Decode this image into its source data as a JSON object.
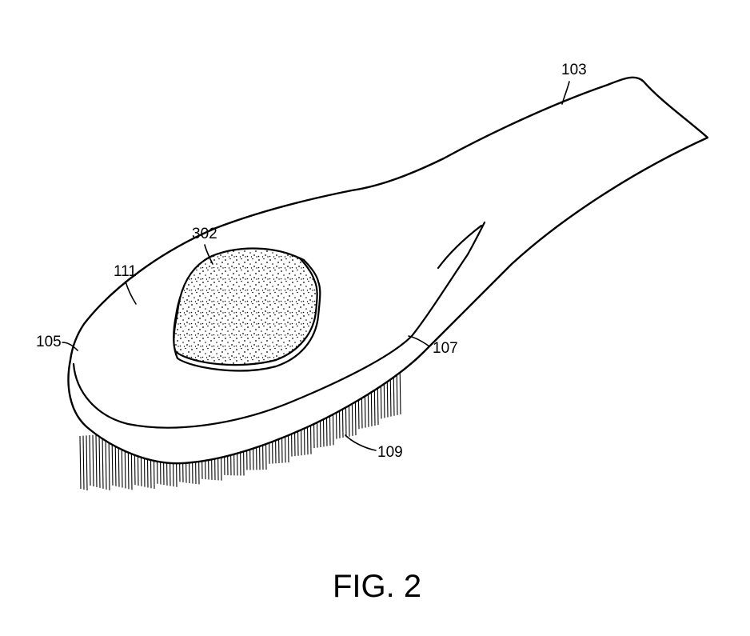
{
  "figure": {
    "caption": "FIG. 2"
  },
  "reference_numerals": {
    "handle_end": "103",
    "head_tip": "105",
    "head_side": "107",
    "bristles": "109",
    "top_surface": "111",
    "pumice_pad": "302"
  },
  "colors": {
    "ink": "#000000",
    "paper": "#ffffff"
  }
}
